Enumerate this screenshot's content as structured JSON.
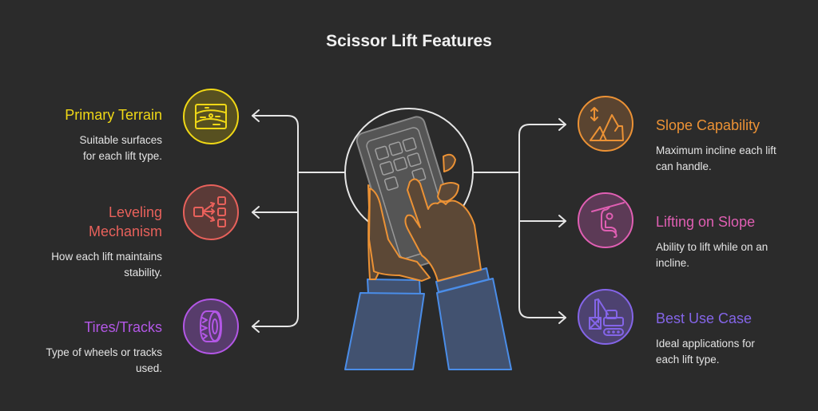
{
  "title": "Scissor Lift Features",
  "colors": {
    "background": "#2b2b2b",
    "connector": "#e6e6e6",
    "yellow": "#f0d816",
    "red": "#e8615b",
    "purple": "#b357e6",
    "orange": "#ec9235",
    "pink": "#e05fb3",
    "violet": "#8465e8",
    "hand_outline": "#ec9235",
    "sleeve_outline": "#4a8de8"
  },
  "left_features": [
    {
      "title": "Primary Terrain",
      "description": "Suitable surfaces for each lift type.",
      "icon": "terrain-map-icon",
      "color": "#f0d816"
    },
    {
      "title": "Leveling Mechanism",
      "description": "How each lift maintains stability.",
      "icon": "distribution-flow-icon",
      "color": "#e8615b"
    },
    {
      "title": "Tires/Tracks",
      "description": "Type of wheels or tracks used.",
      "icon": "tire-icon",
      "color": "#b357e6"
    }
  ],
  "right_features": [
    {
      "title": "Slope Capability",
      "description": "Maximum incline each lift can handle.",
      "icon": "mountain-slope-icon",
      "color": "#ec9235"
    },
    {
      "title": "Lifting on Slope",
      "description": "Ability to lift while on an incline.",
      "icon": "chairlift-icon",
      "color": "#e05fb3"
    },
    {
      "title": "Best Use Case",
      "description": "Ideal applications for each lift type.",
      "icon": "crane-excavator-icon",
      "color": "#8465e8"
    }
  ],
  "center_illustration": "hands-holding-keypad-remote-icon"
}
